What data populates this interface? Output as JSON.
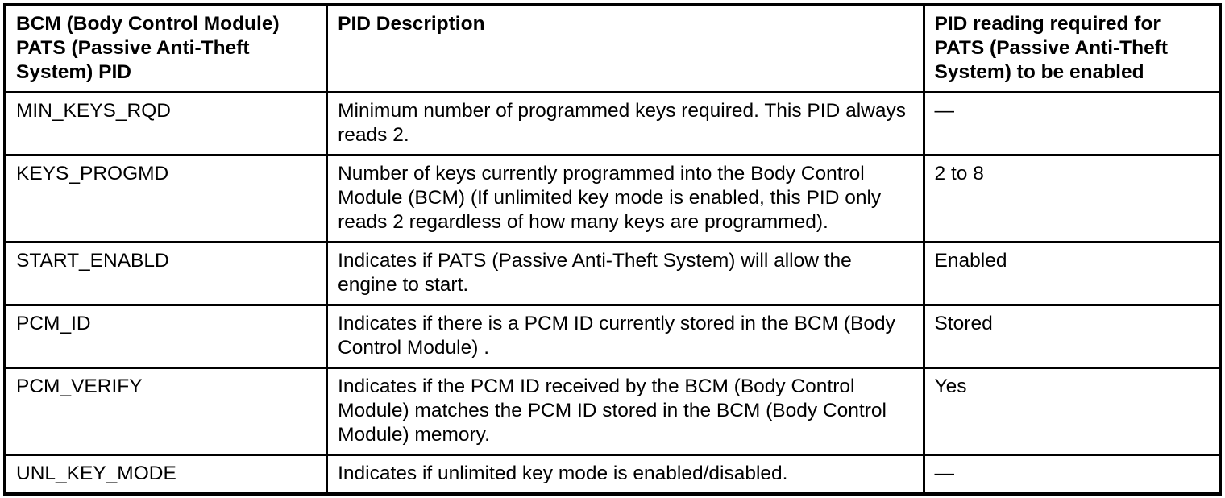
{
  "table": {
    "columns": [
      "BCM (Body Control Module) PATS (Passive Anti-Theft System) PID",
      "PID Description",
      "PID reading required for PATS (Passive Anti-Theft System) to be enabled"
    ],
    "rows": [
      {
        "pid": "MIN_KEYS_RQD",
        "description": "Minimum number of programmed keys required. This PID always reads 2.",
        "reading": "—"
      },
      {
        "pid": "KEYS_PROGMD",
        "description": "Number of keys currently programmed into the Body Control Module (BCM) (If unlimited key mode is enabled, this PID only reads 2 regardless of how many keys are programmed).",
        "reading": "2 to 8"
      },
      {
        "pid": "START_ENABLD",
        "description": "Indicates if PATS (Passive Anti-Theft System) will allow the engine to start.",
        "reading": "Enabled"
      },
      {
        "pid": "PCM_ID",
        "description": "Indicates if there is a PCM ID currently stored in the BCM (Body Control Module) .",
        "reading": "Stored"
      },
      {
        "pid": "PCM_VERIFY",
        "description": "Indicates if the PCM ID received by the BCM (Body Control Module) matches the PCM ID stored in the BCM (Body Control Module) memory.",
        "reading": "Yes"
      },
      {
        "pid": "UNL_KEY_MODE",
        "description": "Indicates if unlimited key mode is enabled/disabled.",
        "reading": "—"
      }
    ]
  }
}
